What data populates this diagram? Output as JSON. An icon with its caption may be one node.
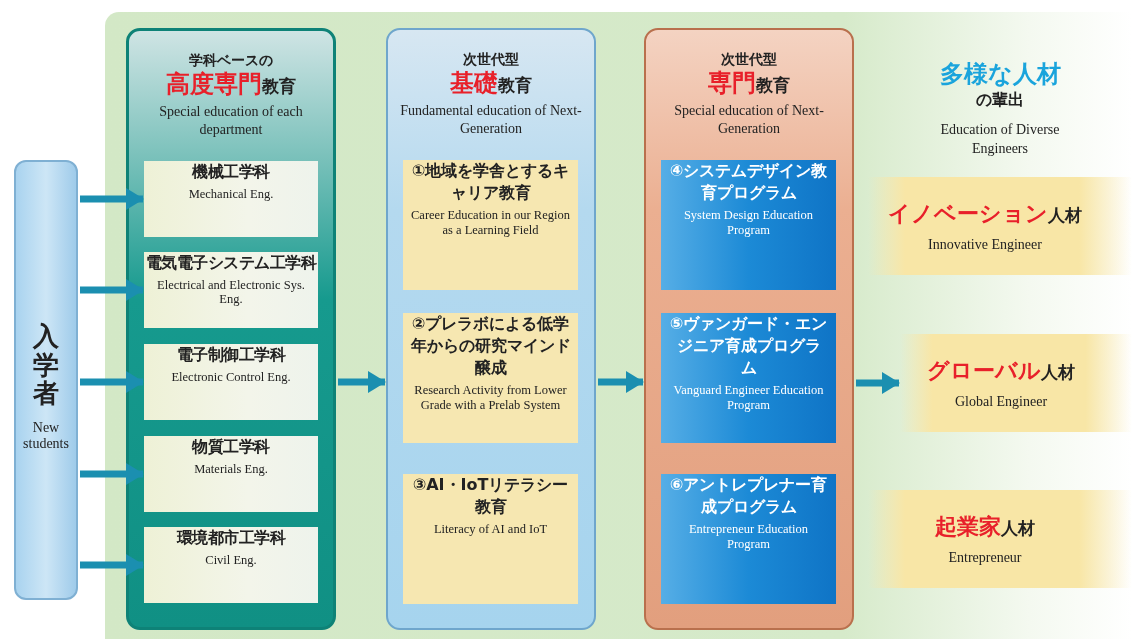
{
  "diagram": {
    "nodes": [
      {
        "text": [
          "入学者",
          "New students"
        ]
      },
      {
        "text": [
          "学科ベースの",
          "**高度専門**教育",
          "Special education of each department"
        ]
      },
      {
        "text": [
          "機械工学科",
          "Mechanical Eng."
        ],
        "in": 1
      },
      {
        "text": [
          "電気電子システム工学科",
          "Electrical and Electronic Sys. Eng."
        ],
        "in": 1
      },
      {
        "text": [
          "電子制御工学科",
          "Electronic Control Eng."
        ],
        "in": 1
      },
      {
        "text": [
          "物質工学科",
          "Materials Eng."
        ],
        "in": 1
      },
      {
        "text": [
          "環境都市工学科",
          "Civil Eng."
        ],
        "in": 1
      },
      {
        "text": [
          "次世代型",
          "**基礎**教育",
          "Fundamental education of Next-Generation"
        ]
      },
      {
        "text": [
          "①地域を学舎とするキャリア教育",
          "Career Education in our Region as a Learning Field"
        ],
        "in": 7
      },
      {
        "text": [
          "②プレラボによる低学年からの研究マインド醸成",
          "Research Activity from Lower Grade with a Prelab System"
        ],
        "in": 7
      },
      {
        "text": [
          "③AI・IoTリテラシー教育",
          "Literacy of AI and IoT"
        ],
        "in": 7
      },
      {
        "text": [
          "次世代型",
          "**専門**教育",
          "Special education of Next-Generation"
        ]
      },
      {
        "text": [
          "④システムデザイン教育プログラム",
          "System Design Education Program"
        ],
        "in": 11
      },
      {
        "text": [
          "⑤ヴァンガード・エンジニア育成プログラム",
          "Vanguard Engineer Education Program"
        ],
        "in": 11
      },
      {
        "text": [
          "⑥アントレプレナー育成プログラム",
          "Entrepreneur Education Program"
        ],
        "in": 11
      },
      {
        "text": [
          "**イノベーション**人材",
          "Innovative Engineer"
        ]
      },
      {
        "text": [
          "**グローバル**人材",
          "Global Engineer"
        ]
      },
      {
        "text": [
          "**起業家**人材",
          "Entrepreneur"
        ]
      }
    ],
    "edges": [
      {
        "from": 0,
        "to": 2,
        "arrow": "to"
      },
      {
        "from": 0,
        "to": 3,
        "arrow": "to"
      },
      {
        "from": 0,
        "to": 4,
        "arrow": "to"
      },
      {
        "from": 0,
        "to": 5,
        "arrow": "to"
      },
      {
        "from": 0,
        "to": 6,
        "arrow": "to"
      },
      {
        "from": 1,
        "to": 7,
        "arrow": "to"
      },
      {
        "from": 7,
        "to": 11,
        "arrow": "to"
      },
      {
        "from": 11,
        "to": 16,
        "arrow": "to"
      }
    ],
    "labels": [
      "多様な人材",
      "の輩出",
      "Education of Diverse Engineers"
    ]
  }
}
